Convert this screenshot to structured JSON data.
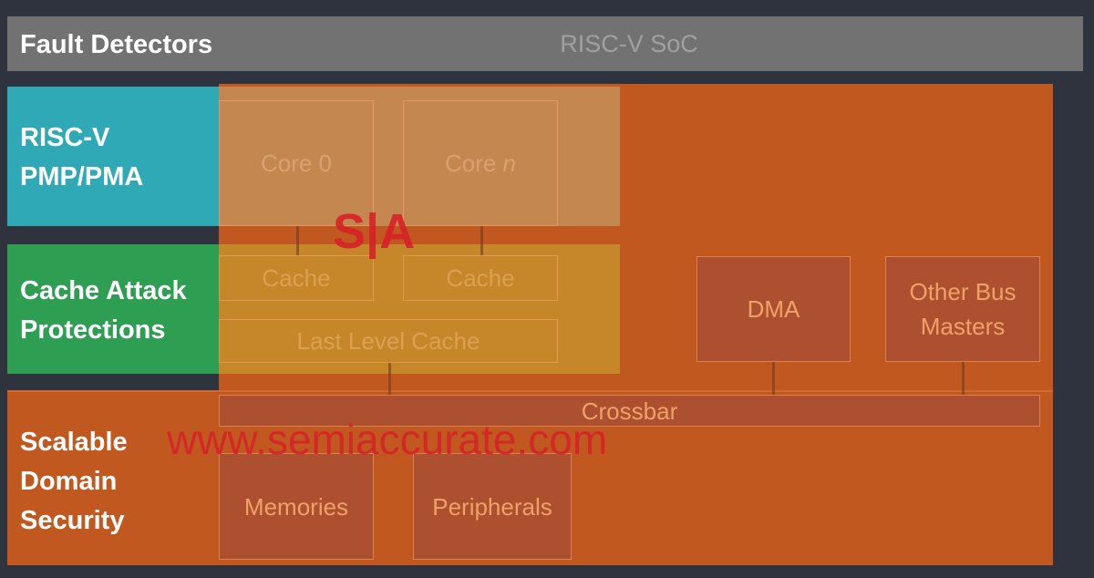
{
  "soc_title": "RISC-V SoC",
  "layers": {
    "fault": "Fault Detectors",
    "pmp": [
      "RISC-V",
      "PMP/PMA"
    ],
    "cache": [
      "Cache Attack",
      "Protections"
    ],
    "domain": [
      "Scalable",
      "Domain",
      "Security"
    ]
  },
  "blocks": {
    "core0": "Core 0",
    "coren_prefix": "Core ",
    "coren_italic": "n",
    "cache0": "Cache",
    "cachen": "Cache",
    "llc": "Last Level Cache",
    "dma": "DMA",
    "other": [
      "Other Bus",
      "Masters"
    ],
    "crossbar": "Crossbar",
    "memories": "Memories",
    "peripherals": "Peripherals"
  },
  "watermark": {
    "logo": "S|A",
    "url": "www.semiaccurate.com"
  },
  "colors": {
    "orange": "#c0581f",
    "cyan": "#2fa9b5",
    "green": "#2e9e52",
    "gray": "#727272",
    "red": "#d8202a"
  }
}
